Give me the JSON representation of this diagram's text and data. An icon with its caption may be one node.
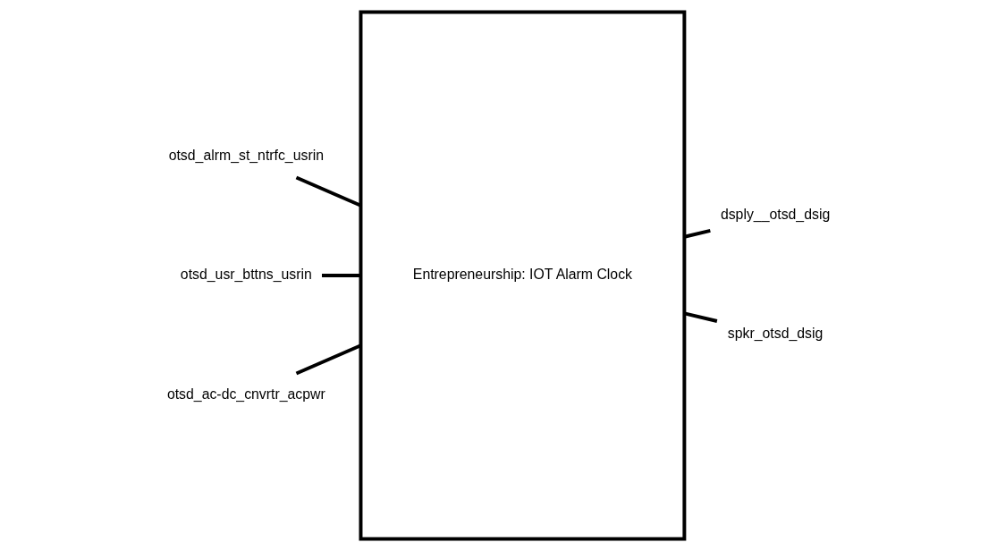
{
  "diagram": {
    "nodes": [
      {
        "text": [
          "otsd_alrm_st_ntrfc_usrin"
        ]
      },
      {
        "text": [
          "otsd_usr_bttns_usrin"
        ]
      },
      {
        "text": [
          "otsd_ac-dc_cnvrtr_acpwr"
        ]
      },
      {
        "text": [
          "Entrepreneurship: IOT Alarm Clock"
        ]
      },
      {
        "text": [
          "dsply__otsd_dsig"
        ]
      },
      {
        "text": [
          "spkr_otsd_dsig"
        ]
      }
    ],
    "edges": [
      {
        "from": 0,
        "to": 3,
        "arrow": "none"
      },
      {
        "from": 1,
        "to": 3,
        "arrow": "none"
      },
      {
        "from": 2,
        "to": 3,
        "arrow": "none"
      },
      {
        "from": 3,
        "to": 4,
        "arrow": "none"
      },
      {
        "from": 3,
        "to": 5,
        "arrow": "none"
      }
    ]
  }
}
